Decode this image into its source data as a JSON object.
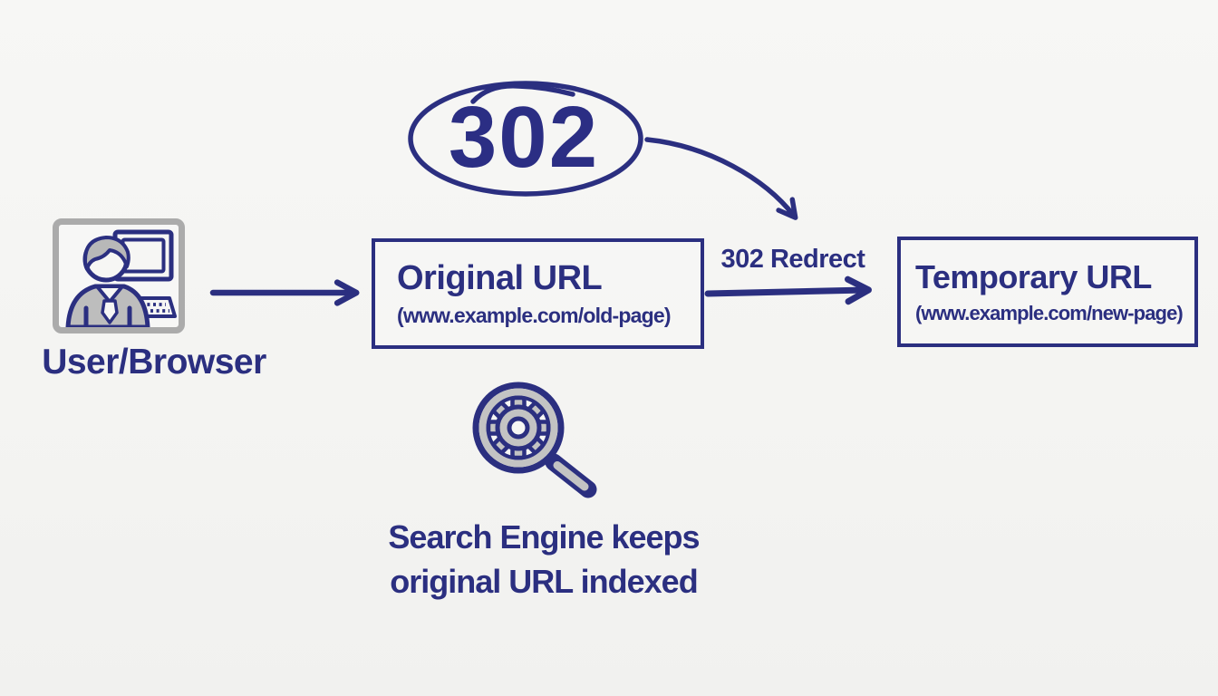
{
  "colors": {
    "ink": "#2b2f80",
    "icon_gray": "#b8b8b8",
    "frame_gray": "#ababab",
    "background": "#f5f5f3"
  },
  "badge": {
    "code": "302"
  },
  "user": {
    "label": "User/Browser",
    "icon": "user-at-computer-icon"
  },
  "original_box": {
    "title": "Original URL",
    "url": "(www.example.com/old-page)"
  },
  "redirect": {
    "label": "302 Redrect"
  },
  "temporary_box": {
    "title": "Temporary URL",
    "url": "(www.example.com/new-page)"
  },
  "search_note": {
    "line1": "Search Engine keeps",
    "line2": "original URL indexed",
    "icon": "magnifier-gear-icon"
  }
}
